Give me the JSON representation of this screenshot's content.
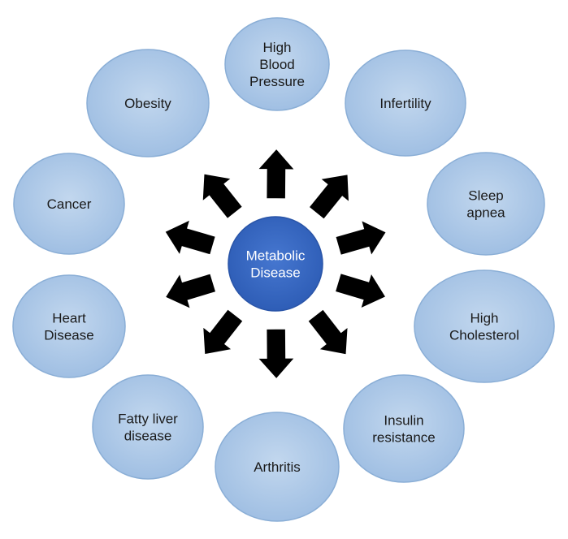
{
  "center": {
    "lines": [
      "Metabolic",
      "Disease"
    ]
  },
  "conditions": [
    {
      "id": "high-blood-pressure",
      "lines": [
        "High",
        "Blood",
        "Pressure"
      ]
    },
    {
      "id": "infertility",
      "lines": [
        "Infertility"
      ]
    },
    {
      "id": "sleep-apnea",
      "lines": [
        "Sleep",
        "apnea"
      ]
    },
    {
      "id": "high-cholesterol",
      "lines": [
        "High",
        "Cholesterol"
      ]
    },
    {
      "id": "insulin-resistance",
      "lines": [
        "Insulin",
        "resistance"
      ]
    },
    {
      "id": "arthritis",
      "lines": [
        "Arthritis"
      ]
    },
    {
      "id": "fatty-liver-disease",
      "lines": [
        "Fatty liver",
        "disease"
      ]
    },
    {
      "id": "heart-disease",
      "lines": [
        "Heart",
        "Disease"
      ]
    },
    {
      "id": "cancer",
      "lines": [
        "Cancer"
      ]
    },
    {
      "id": "obesity",
      "lines": [
        "Obesity"
      ]
    }
  ],
  "colors": {
    "center_fill": "#3566c3",
    "node_fill": "#a9c6e6",
    "node_stroke": "#8aaed6",
    "arrow_fill": "#000000"
  }
}
